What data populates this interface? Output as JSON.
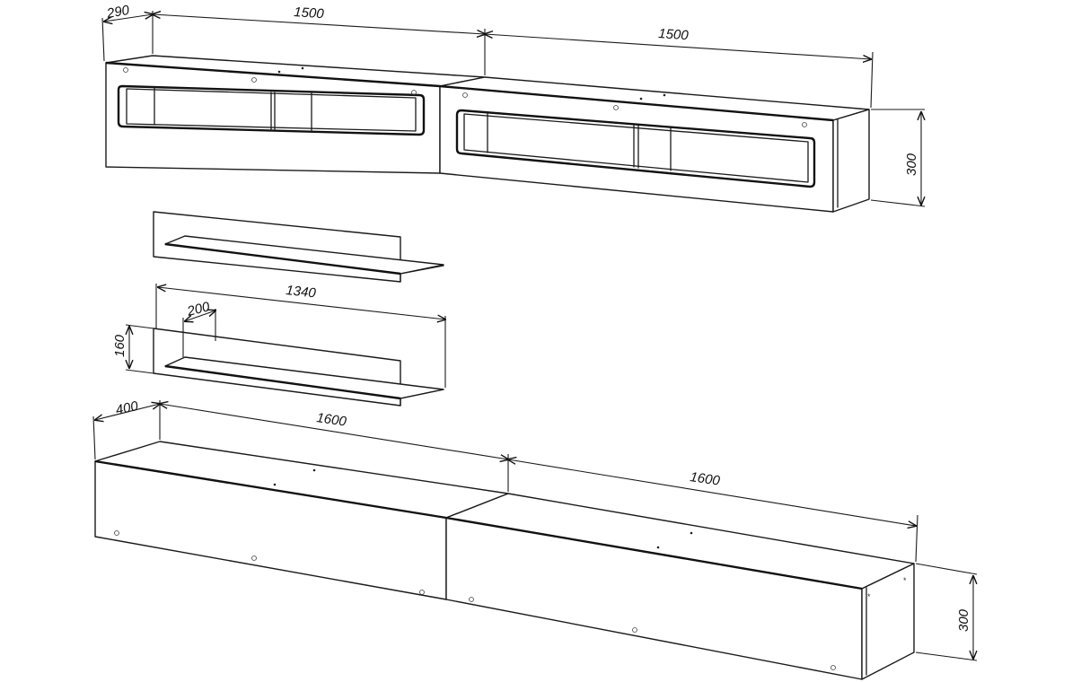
{
  "dimensions": {
    "wall_cabinet_depth": "290",
    "wall_cabinet_width_left": "1500",
    "wall_cabinet_width_right": "1500",
    "wall_cabinet_height": "300",
    "shelf_width": "1340",
    "shelf_depth": "200",
    "shelf_height": "160",
    "floor_cabinet_depth": "400",
    "floor_cabinet_width_left": "1600",
    "floor_cabinet_width_right": "1600",
    "floor_cabinet_height": "300"
  }
}
